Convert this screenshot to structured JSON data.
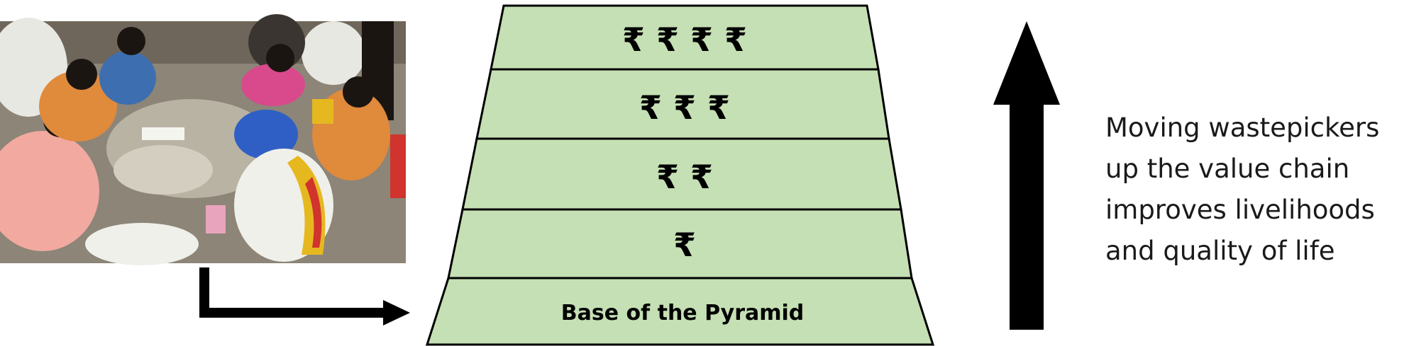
{
  "photo": {
    "icon": "wastepickers-sorting-photo",
    "palette": {
      "ground": "#8c8578",
      "sack": "#e8e8e2",
      "sari_pink": "#f2a9a0",
      "sari_orange": "#e08a3c",
      "sari_blue": "#3d6fb0",
      "sari_magenta": "#d94a8c",
      "bag_blue": "#2f5fc4",
      "bag_yellow": "#e6b820",
      "bag_red": "#d0342c",
      "skin": "#6b4030",
      "hair": "#1b1512"
    }
  },
  "pyramid": {
    "fill": "#c5e0b4",
    "stroke": "#000000",
    "tiers": [
      {
        "label": "₹ ₹ ₹ ₹"
      },
      {
        "label": "₹ ₹ ₹"
      },
      {
        "label": "₹ ₹"
      },
      {
        "label": "₹"
      },
      {
        "label": "Base of the Pyramid"
      }
    ]
  },
  "up_arrow": {
    "icon": "up-arrow-icon",
    "color": "#000000"
  },
  "elbow_arrow": {
    "icon": "elbow-right-arrow-icon",
    "color": "#000000"
  },
  "caption": {
    "lines": [
      "Moving wastepickers",
      "up the value chain",
      "improves livelihoods",
      "and quality of life"
    ]
  }
}
